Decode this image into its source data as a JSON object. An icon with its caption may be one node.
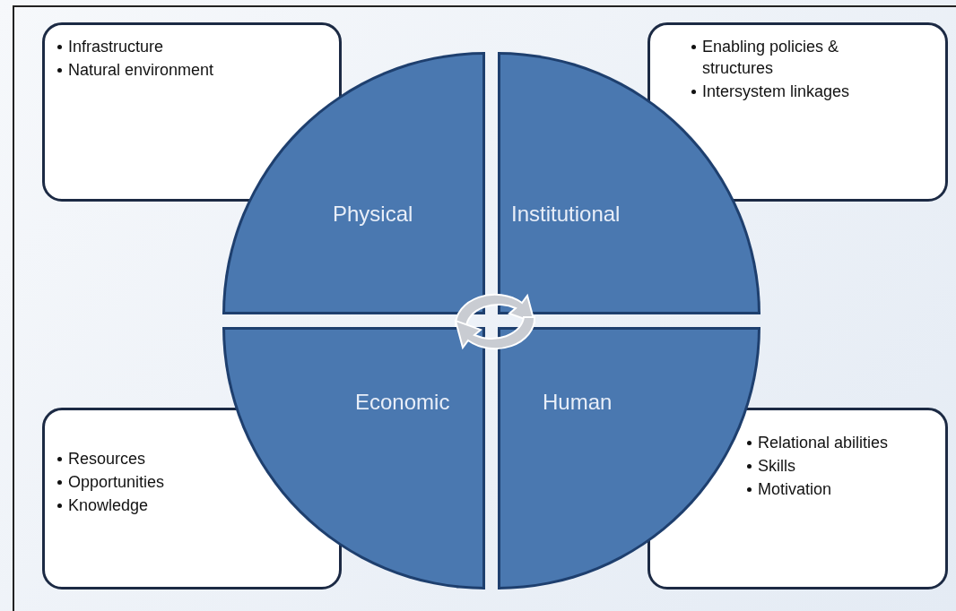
{
  "diagram": {
    "nodes": [
      {
        "text": [
          "Infrastructure",
          "Natural environment"
        ]
      },
      {
        "text": [
          "Enabling policies & structures",
          "Intersystem linkages"
        ]
      },
      {
        "text": [
          "Physical"
        ]
      },
      {
        "text": [
          "Institutional"
        ]
      },
      {
        "text": [
          "Economic"
        ]
      },
      {
        "text": [
          "Human"
        ]
      },
      {
        "text": [
          "Resources",
          "Opportunities",
          "Knowledge"
        ]
      },
      {
        "text": [
          "Relational abilities",
          "Skills",
          "Motivation"
        ]
      }
    ]
  }
}
